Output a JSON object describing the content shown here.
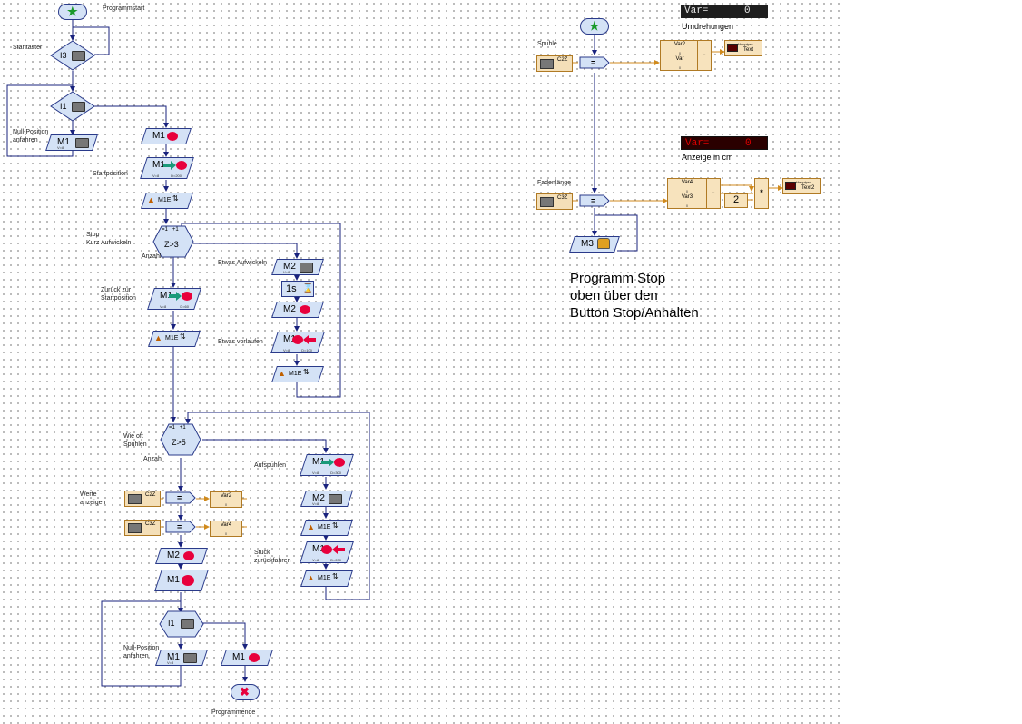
{
  "labels": {
    "programmstart": "Programmstart",
    "starttaster": "Starttaster",
    "null_position_1a": "Null-Position",
    "null_position_1b": "anfahren",
    "startposition": "Startposition",
    "stop_kurz_a": "Stop",
    "stop_kurz_b": "Kurz Aufwickeln",
    "anzahl_1": "Anzahl",
    "etwas_aufwickeln": "Etwas Aufwickeln",
    "zurueck_a": "Zurück zur",
    "zurueck_b": "Startposition",
    "etwas_vorlaufen": "Etwas vorlaufen",
    "wie_oft_a": "Wie oft",
    "wie_oft_b": "Spuhlen",
    "anzahl_2": "Anzahl",
    "aufspuhlen": "Aufspuhlen",
    "werte_a": "Werte",
    "werte_b": "anzeigen",
    "stueck_a": "Stück",
    "stueck_b": "zurückfahren",
    "null_position_2a": "Null-Position",
    "null_position_2b": "anfahren",
    "programmende": "Programmende",
    "spuhle": "Spuhle",
    "fadenlaenge": "Fadenlänge"
  },
  "note": {
    "line1": "Programm Stop",
    "line2": "oben über den",
    "line3": "Button Stop/Anhalten"
  },
  "panels": {
    "umdrehungen": {
      "display": "Var=      0",
      "caption": "Umdrehungen"
    },
    "anzeige": {
      "display": "Var=      0",
      "caption": "Anzeige in cm"
    }
  },
  "blocks": {
    "i3": "I3",
    "i1a": "I1",
    "m1_null": "M1",
    "m1_stop1": "M1",
    "m1_start": "M1",
    "m1e_1": "M1E",
    "z3_top": "=1   +1",
    "z3": "Z>3",
    "m2_a": "M2",
    "m1_back": "M1",
    "wait_1s": "1s",
    "m2_b": "M2",
    "m1e_2": "M1E",
    "m1_vor": "M1",
    "m1e_3": "M1E",
    "z5_top": "=1   +1",
    "z5": "Z>5",
    "m1_auf": "M1",
    "c2z_a": "C2Z",
    "eq_a": "=",
    "var2_a": "Var2",
    "m2_c": "M2",
    "c3z_a": "C3Z",
    "eq_b": "=",
    "var4_a": "Var4",
    "m1e_4": "M1E",
    "m2_d": "M2",
    "m1_rueck": "M1",
    "m1_stopred": "M1",
    "m1e_5": "M1E",
    "i1b": "I1",
    "m1_null2": "M1",
    "m1_end": "M1",
    "c2z_b": "C2Z",
    "eq_c": "=",
    "var2_b": "Var2",
    "var_b": "Var",
    "minus_a": "-",
    "text_a": "Text",
    "c3z_b": "C3Z",
    "eq_d": "=",
    "var4_b": "Var4",
    "var3_b": "Var3",
    "minus_b": "-",
    "const_2": "2",
    "mult": "*",
    "text2": "Text2",
    "m3": "M3"
  },
  "sub": {
    "v8": "V=8",
    "v8_d200": "D=200",
    "d60": "D=60",
    "d100": "D=100",
    "d300": "D=300",
    "zero": "0",
    "hauptpro": "Hauptpro"
  },
  "colors": {
    "flow_line": "#1a237e",
    "data_line": "#d08a1c",
    "block_blue": "#d4e2f6",
    "block_orange": "#f7e3bd",
    "stop_red": "#e8003c",
    "start_green": "#1a9a2a"
  }
}
